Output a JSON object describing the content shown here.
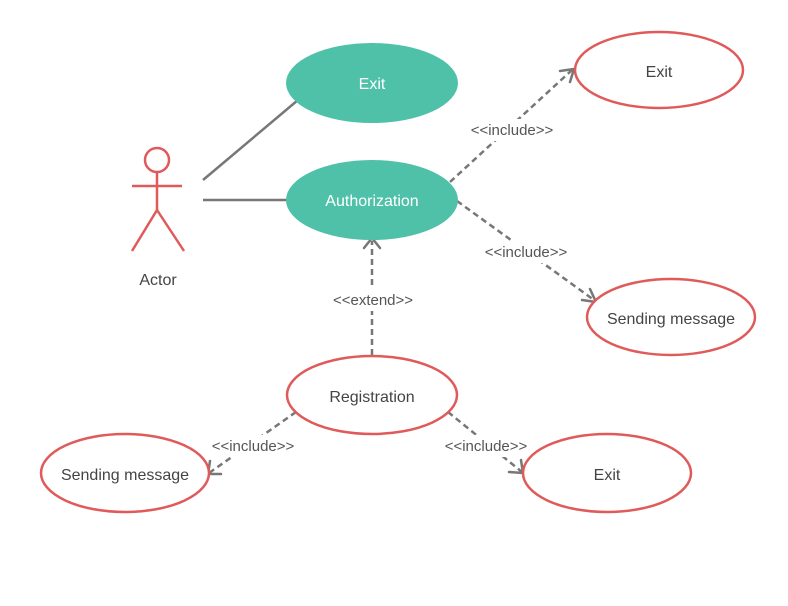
{
  "colors": {
    "filled_use_case": "#4fc1a9",
    "outline_use_case": "#e05a5a",
    "actor": "#e05a5a",
    "connector": "#777777"
  },
  "actor": {
    "label": "Actor"
  },
  "use_cases": {
    "exit_top_filled": "Exit",
    "authorization": "Authorization",
    "exit_top_right": "Exit",
    "sending_message_right": "Sending message",
    "registration": "Registration",
    "sending_message_left": "Sending message",
    "exit_bottom": "Exit"
  },
  "relations": {
    "auth_to_exit": "<<include>>",
    "auth_to_sending": "<<include>>",
    "registration_extends_auth": "<<extend>>",
    "registration_to_sending": "<<include>>",
    "registration_to_exit": "<<include>>"
  }
}
